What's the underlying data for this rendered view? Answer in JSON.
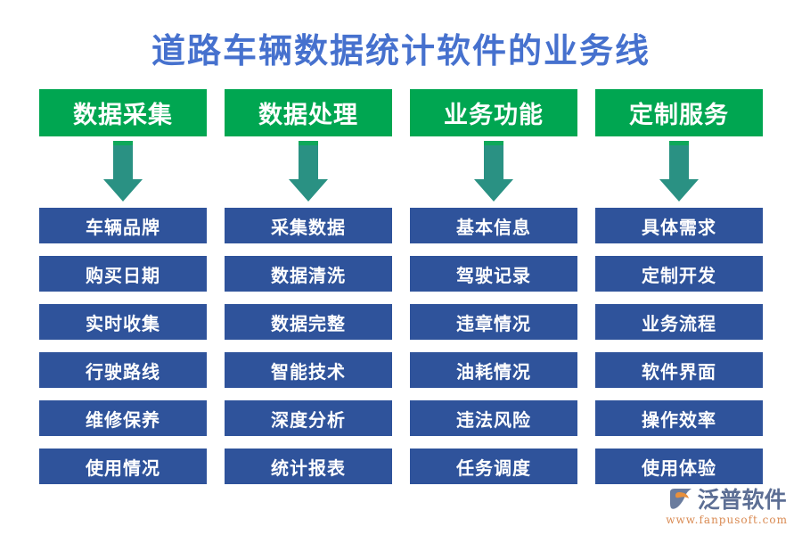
{
  "page": {
    "title": "道路车辆数据统计软件的业务线",
    "title_color": "#4671CE",
    "background": "#ffffff"
  },
  "theme": {
    "header_green": "#00A651",
    "arrow_teal": "#2A9183",
    "arrow_green": "#0FA85A",
    "item_blue": "#2F539B",
    "text_white": "#ffffff"
  },
  "columns": [
    {
      "header": "数据采集",
      "arrow": "down-arrow-icon",
      "items": [
        "车辆品牌",
        "购买日期",
        "实时收集",
        "行驶路线",
        "维修保养",
        "使用情况"
      ]
    },
    {
      "header": "数据处理",
      "arrow": "down-arrow-icon",
      "items": [
        "采集数据",
        "数据清洗",
        "数据完整",
        "智能技术",
        "深度分析",
        "统计报表"
      ]
    },
    {
      "header": "业务功能",
      "arrow": "down-arrow-icon",
      "items": [
        "基本信息",
        "驾驶记录",
        "违章情况",
        "油耗情况",
        "违法风险",
        "任务调度"
      ]
    },
    {
      "header": "定制服务",
      "arrow": "down-arrow-icon",
      "items": [
        "具体需求",
        "定制开发",
        "业务流程",
        "软件界面",
        "操作效率",
        "使用体验"
      ]
    }
  ],
  "logo": {
    "name": "泛普软件",
    "url": "www.fanpusoft.com",
    "mark": "fanpu-logo-icon",
    "name_color": "#5C6E94",
    "url_color": "#D98A52"
  }
}
